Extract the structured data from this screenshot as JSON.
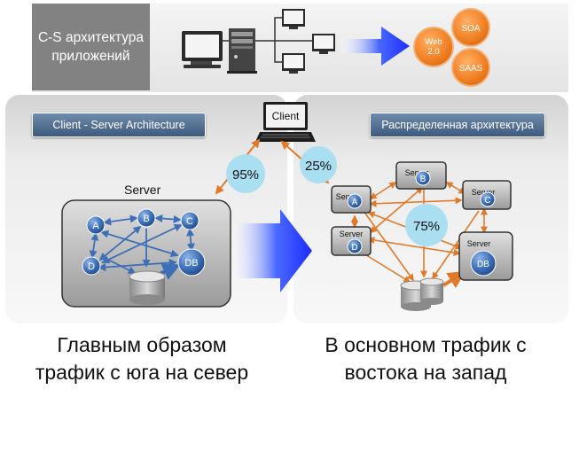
{
  "top": {
    "title": "C-S архитектура приложений",
    "bubbles": {
      "web": "Web 2.0",
      "soa": "SOA",
      "saas": "SAAS"
    }
  },
  "left": {
    "header": "Client - Server Architecture",
    "server_label": "Server",
    "percent": "95%",
    "nodes": [
      "A",
      "B",
      "C",
      "D"
    ],
    "db": "DB",
    "caption": "Главным образом трафик с юга на север"
  },
  "right": {
    "header": "Распределенная архитектура",
    "percent_client": "25%",
    "percent_center": "75%",
    "server_word": "Server",
    "nodes": [
      "A",
      "B",
      "C",
      "D"
    ],
    "db": "DB",
    "caption": "В основном трафик с востока на запад"
  },
  "client_label": "Client",
  "colors": {
    "accent_blue": "#1e3cff",
    "node_blue": "#3d6fb7",
    "orange": "#f07f22",
    "header_blue": "#4a6a90",
    "title_gray": "#828282"
  }
}
